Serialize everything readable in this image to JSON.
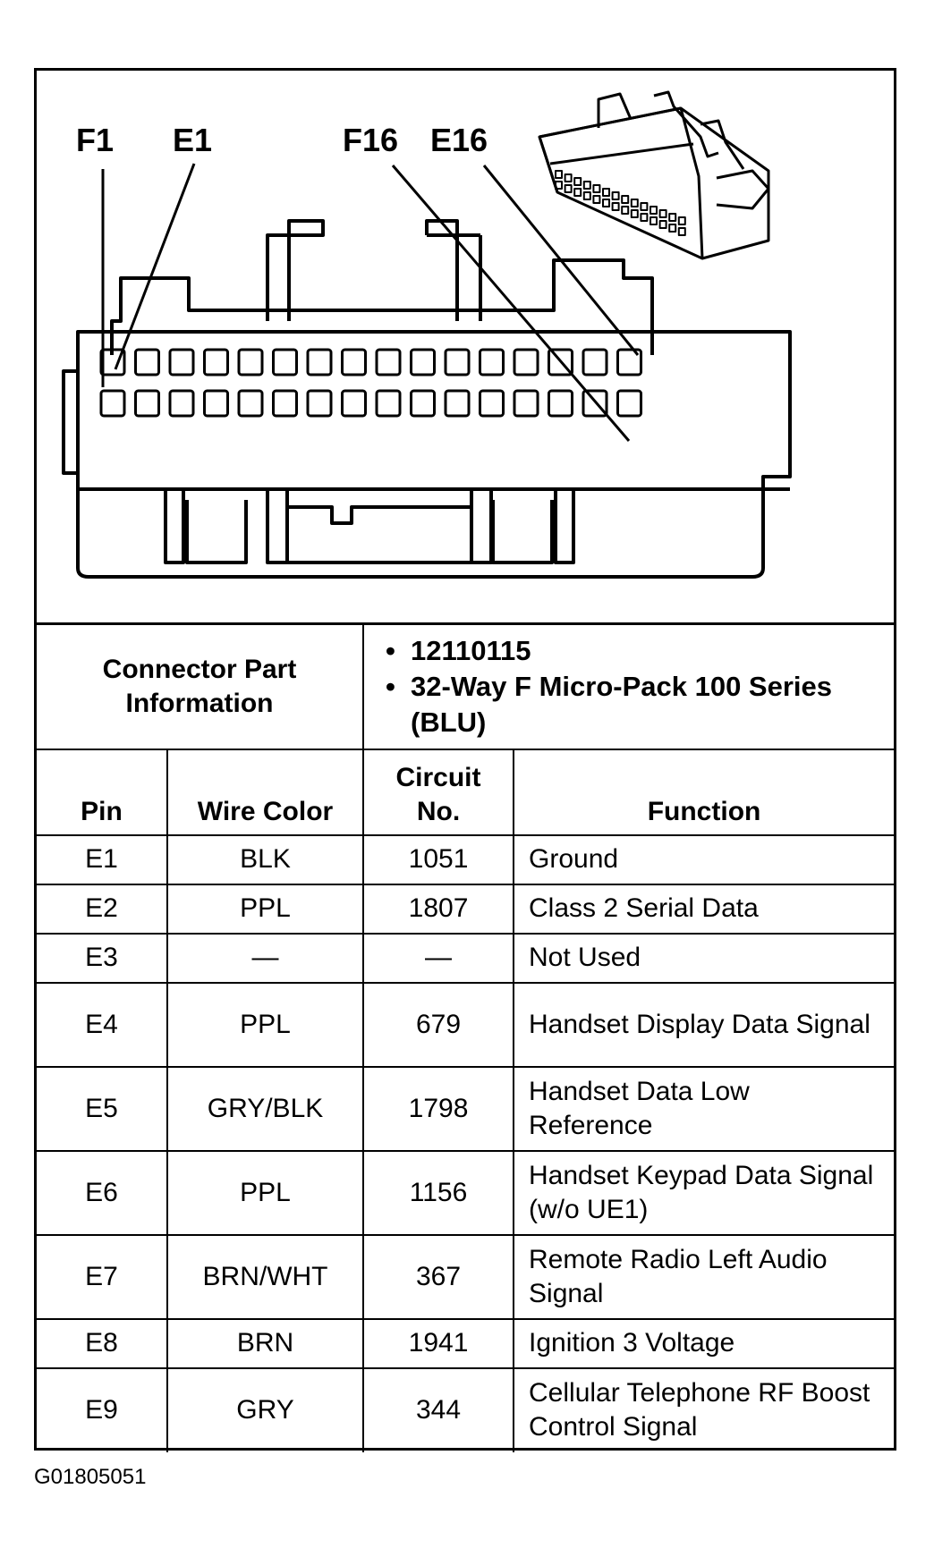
{
  "labels": {
    "f1": "F1",
    "e1": "E1",
    "f16": "F16",
    "e16": "E16"
  },
  "connector_info": {
    "label": "Connector Part Information",
    "items": [
      "12110115",
      "32-Way F Micro-Pack 100 Series (BLU)"
    ]
  },
  "table": {
    "headers": {
      "pin": "Pin",
      "wire_color": "Wire Color",
      "circuit": "Circuit No.",
      "function": "Function"
    },
    "rows": [
      {
        "pin": "E1",
        "color": "BLK",
        "circuit": "1051",
        "function": "Ground"
      },
      {
        "pin": "E2",
        "color": "PPL",
        "circuit": "1807",
        "function": "Class 2 Serial Data"
      },
      {
        "pin": "E3",
        "color": "—",
        "circuit": "—",
        "function": "Not Used"
      },
      {
        "pin": "E4",
        "color": "PPL",
        "circuit": "679",
        "function": "Handset Display Data Signal"
      },
      {
        "pin": "E5",
        "color": "GRY/BLK",
        "circuit": "1798",
        "function": "Handset Data Low Reference"
      },
      {
        "pin": "E6",
        "color": "PPL",
        "circuit": "1156",
        "function": "Handset Keypad Data Signal (w/o UE1)"
      },
      {
        "pin": "E7",
        "color": "BRN/WHT",
        "circuit": "367",
        "function": "Remote Radio Left Audio Signal"
      },
      {
        "pin": "E8",
        "color": "BRN",
        "circuit": "1941",
        "function": "Ignition 3 Voltage"
      },
      {
        "pin": "E9",
        "color": "GRY",
        "circuit": "344",
        "function": "Cellular Telephone RF Boost Control Signal"
      }
    ]
  },
  "footer": "G01805051"
}
